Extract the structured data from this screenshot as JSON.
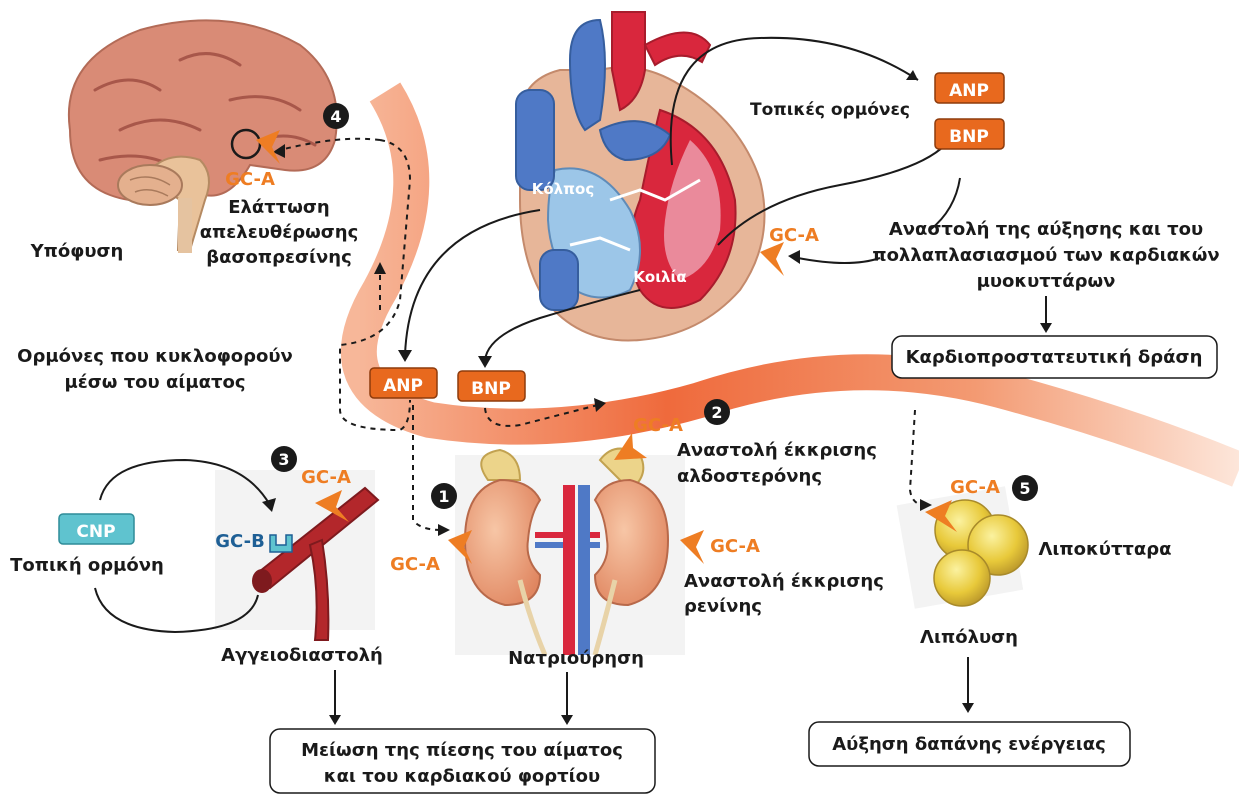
{
  "labels": {
    "pituitary": "Υπόφυση",
    "vasopressin": [
      "Ελάττωση",
      "απελευθέρωσης",
      "βασοπρεσίνης"
    ],
    "local_hormones": "Τοπικές ορμόνες",
    "atrium": "Κόλπος",
    "ventricle": "Κοιλία",
    "cardio_inhibition": [
      "Αναστολή  της αύξησης και του",
      "πολλαπλασιασμού των καρδιακών",
      "μυοκυττάρων"
    ],
    "circulating": [
      "Ορμόνες που κυκλοφορούν",
      "μέσω του αίματος"
    ],
    "aldosterone": [
      "Αναστολή έκκρισης",
      "αλδοστερόνης"
    ],
    "renin": [
      "Αναστολή έκκρισης",
      "ρενίνης"
    ],
    "local_hormone": "Τοπική ορμόνη",
    "vasodilation": "Αγγειοδιαστολή",
    "natriuresis": "Νατριούρηση",
    "adipocytes": "Λιποκύτταρα",
    "lipolysis": "Λιπόλυση"
  },
  "tags": {
    "anp": "ANP",
    "bnp": "BNP",
    "cnp": "CNP"
  },
  "receptors": {
    "gca": "GC-A",
    "gcb": "GC-B"
  },
  "numbers": {
    "n1": "1",
    "n2": "2",
    "n3": "3",
    "n4": "4",
    "n5": "5"
  },
  "boxes": {
    "cardioprotective": "Καρδιοπροστατευτική δράση",
    "pressure": [
      "Μείωση της πίεσης του αίματος",
      "και του καρδιακού φορτίου"
    ],
    "energy": "Αύξηση δαπάνης ενέργειας"
  },
  "colors": {
    "orange": "#ee7d23",
    "tag_orange": "#e8691e",
    "cnp_teal": "#5fc3cf",
    "gcb_blue": "#1e5f95",
    "vessel_red": "#b3272b"
  }
}
